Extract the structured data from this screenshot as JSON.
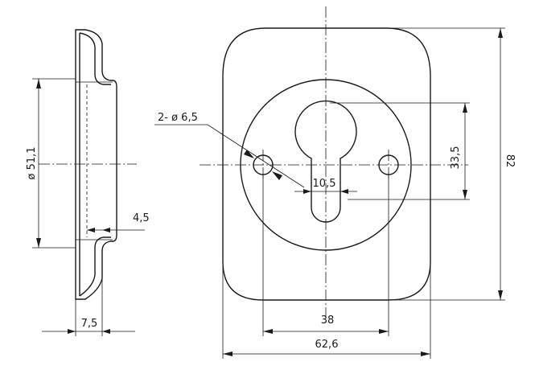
{
  "dimensions": {
    "holes": "2- ø 6,5",
    "flange_diameter": "ø 51,1",
    "depth": "4,5",
    "thickness": "7,5",
    "slot_width": "10,5",
    "cylinder_height": "33,5",
    "height": "82",
    "hole_spacing": "38",
    "width": "62,6"
  }
}
